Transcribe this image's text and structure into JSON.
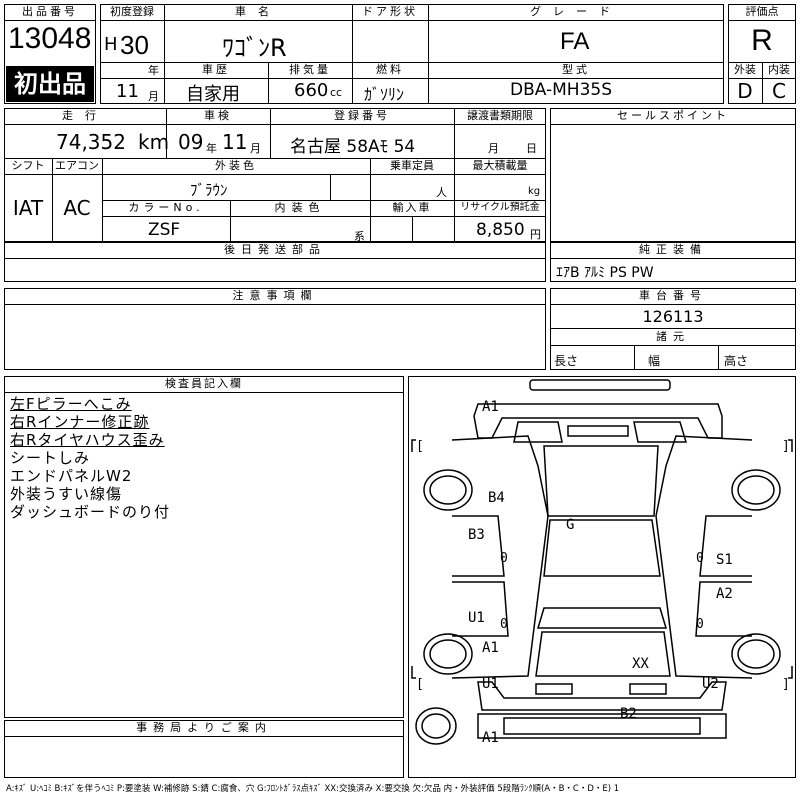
{
  "header": {
    "lot_no_label": "出品番号",
    "lot_no": "13048",
    "first_listing": "初出品",
    "first_reg_label": "初度登録",
    "era": "H",
    "year": "30",
    "year_unit": "年",
    "month": "11",
    "month_unit": "月",
    "car_name_label": "車名",
    "car_name": "ﾜｺﾞﾝR",
    "door_label": "ドア形状",
    "door": "",
    "grade_label": "グレード",
    "grade": "FA",
    "score_label": "評価点",
    "score": "R",
    "history_label": "車歴",
    "history": "自家用",
    "displacement_label": "排気量",
    "displacement": "660",
    "displacement_unit": "cc",
    "fuel_label": "燃料",
    "fuel": "ｶﾞｿﾘﾝ",
    "model_label": "型式",
    "model": "DBA-MH35S",
    "exterior_label": "外装",
    "exterior": "D",
    "interior_label": "内装",
    "interior": "C"
  },
  "row2": {
    "mileage_label": "走行",
    "mileage": "74,352",
    "mileage_unit": "km",
    "inspection_label": "車検",
    "insp_year": "09",
    "insp_year_unit": "年",
    "insp_month": "11",
    "insp_month_unit": "月",
    "plate_label": "登録番号",
    "plate": "名古屋 58Aﾓ  54",
    "transfer_label": "譲渡書類期限",
    "transfer_month_unit": "月",
    "transfer_day_unit": "日",
    "shift_label": "シフト",
    "shift": "IAT",
    "ac_label": "エアコン",
    "ac": "AC",
    "ext_color_label": "外装色",
    "ext_color": "ﾌﾞﾗｳﾝ",
    "capacity_label": "乗車定員",
    "capacity_unit": "人",
    "max_load_label": "最大積載量",
    "max_load_unit": "kg",
    "color_no_label": "カラーNo.",
    "color_no": "ZSF",
    "int_color_label": "内装色",
    "int_color_unit": "系",
    "import_label": "輸入車",
    "recycle_label": "リサイクル預託金",
    "recycle": "8,850",
    "recycle_unit": "円"
  },
  "sales_points": {
    "label": "セールスポイント"
  },
  "later_parts": {
    "label": "後日発送部品"
  },
  "genuine": {
    "label": "純正装備",
    "value": "ｴｱB ｱﾙﾐ PS PW"
  },
  "notes": {
    "label": "注意事項欄"
  },
  "chassis": {
    "label": "車台番号",
    "value": "126113"
  },
  "specs": {
    "label": "諸元",
    "length": "長さ",
    "width": "幅",
    "height": "高さ"
  },
  "inspector": {
    "label": "検査員記入欄",
    "lines": [
      "左Fピラーへこみ",
      "右Rインナー修正跡",
      "右Rタイヤハウス歪み",
      "シートしみ",
      "エンドパネルW2",
      "外装うすい線傷",
      "ダッシュボードのり付"
    ]
  },
  "office": {
    "label": "事務局よりご案内"
  },
  "diagram": {
    "labels": [
      "A1",
      "B4",
      "G",
      "B3",
      "S1",
      "A2",
      "U1",
      "A1",
      "XX",
      "U1",
      "U2",
      "B2",
      "A1"
    ]
  },
  "legend": "A:ｷｽﾞ U:ﾍｺﾐ B:ｷｽﾞを伴うﾍｺﾐ P:要塗装 W:補修跡 S:錆 C:腐食、穴 G:ﾌﾛﾝﾄｶﾞﾗｽ点ｷｽﾞ XX:交換済み X:要交換 欠:欠品 内・外装評価 5段階ﾗﾝｸ順(A・B・C・D・E) 1"
}
